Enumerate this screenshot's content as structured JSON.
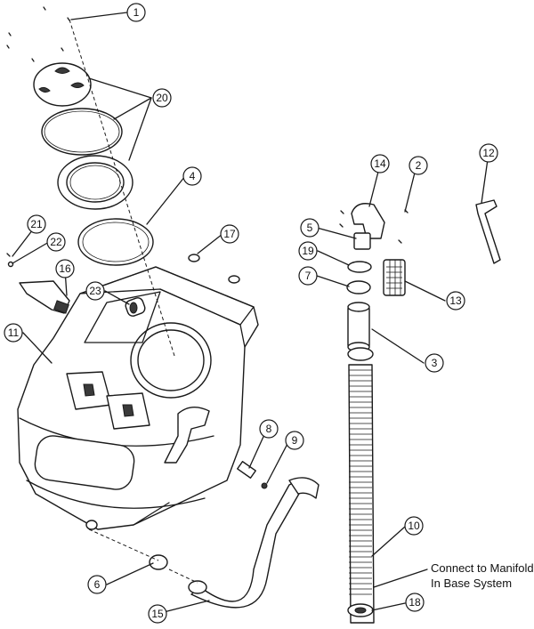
{
  "callouts": {
    "c1": "1",
    "c2": "2",
    "c3": "3",
    "c4": "4",
    "c5": "5",
    "c6": "6",
    "c7": "7",
    "c8": "8",
    "c9": "9",
    "c10": "10",
    "c11": "11",
    "c12": "12",
    "c13": "13",
    "c14": "14",
    "c15": "15",
    "c16": "16",
    "c17": "17",
    "c18": "18",
    "c19": "19",
    "c20": "20",
    "c21": "21",
    "c22": "22",
    "c23": "23"
  },
  "note": {
    "line1": "Connect to Manifold",
    "line2": "In Base System"
  }
}
